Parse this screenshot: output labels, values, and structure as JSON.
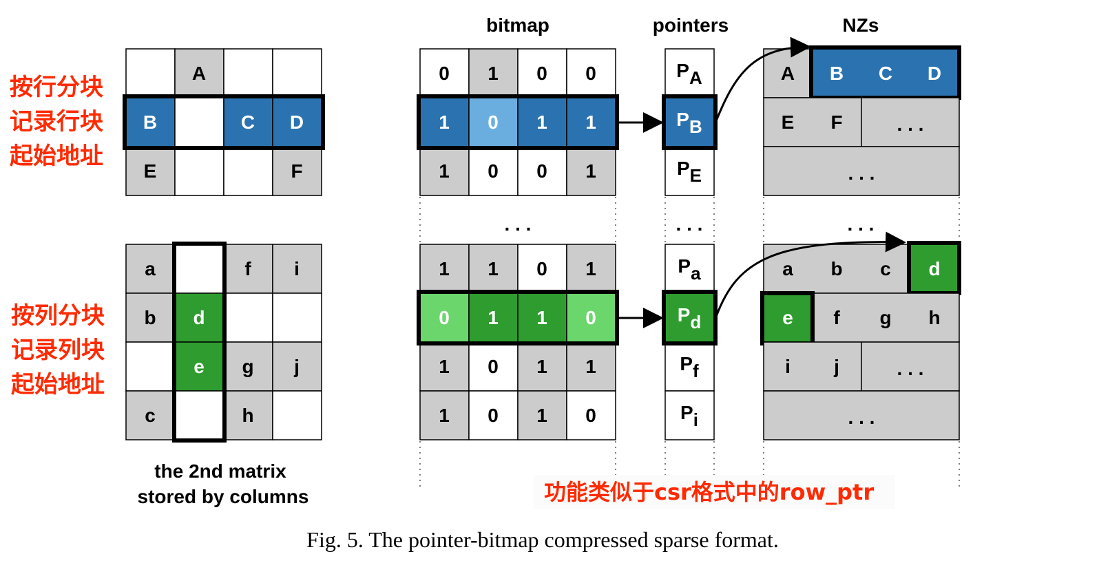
{
  "headers": {
    "bitmap": "bitmap",
    "pointers": "pointers",
    "nzs": "NZs"
  },
  "matrix_top": {
    "rows": [
      [
        "",
        "A",
        "",
        ""
      ],
      [
        "B",
        "",
        "C",
        "D"
      ],
      [
        "E",
        "",
        "",
        "F"
      ]
    ]
  },
  "matrix_bottom": {
    "rows": [
      [
        "a",
        "",
        "f",
        "i"
      ],
      [
        "b",
        "d",
        "",
        ""
      ],
      [
        "",
        "e",
        "g",
        "j"
      ],
      [
        "c",
        "",
        "h",
        ""
      ]
    ],
    "caption_line1": "the 2nd matrix",
    "caption_line2": "stored by columns"
  },
  "annotations": {
    "top": [
      "按行分块",
      "记录行块",
      "起始地址"
    ],
    "bottom": [
      "按列分块",
      "记录列块",
      "起始地址"
    ],
    "note": "功能类似于csr格式中的row_ptr"
  },
  "bitmap_top": [
    [
      "0",
      "1",
      "0",
      "0"
    ],
    [
      "1",
      "0",
      "1",
      "1"
    ],
    [
      "1",
      "0",
      "0",
      "1"
    ]
  ],
  "bitmap_bottom": [
    [
      "1",
      "1",
      "0",
      "1"
    ],
    [
      "0",
      "1",
      "1",
      "0"
    ],
    [
      "1",
      "0",
      "1",
      "1"
    ],
    [
      "1",
      "0",
      "1",
      "0"
    ]
  ],
  "pointers_top": [
    {
      "base": "P",
      "sub": "A"
    },
    {
      "base": "P",
      "sub": "B"
    },
    {
      "base": "P",
      "sub": "E"
    }
  ],
  "pointers_bottom": [
    {
      "base": "P",
      "sub": "a"
    },
    {
      "base": "P",
      "sub": "d"
    },
    {
      "base": "P",
      "sub": "f"
    },
    {
      "base": "P",
      "sub": "i"
    }
  ],
  "nzs_top": {
    "row1": [
      "A",
      "B",
      "C",
      "D"
    ],
    "row2": [
      "E",
      "F",
      ". . ."
    ],
    "row3": ". . ."
  },
  "nzs_bottom": {
    "row1": [
      "a",
      "b",
      "c",
      "d"
    ],
    "row2": [
      "e",
      "f",
      "g",
      "h"
    ],
    "row3": [
      "i",
      "j",
      ". . ."
    ],
    "row4": ". . ."
  },
  "ellipsis": ". . .",
  "caption": "Fig. 5.  The pointer-bitmap compressed sparse format.",
  "colors": {
    "gray": "#cccccc",
    "blue_dark": "#2b73b0",
    "blue_light": "#6aaee0",
    "green_dark": "#2e9c2e",
    "green_light": "#6bd66b",
    "red": "#ff2a00"
  }
}
